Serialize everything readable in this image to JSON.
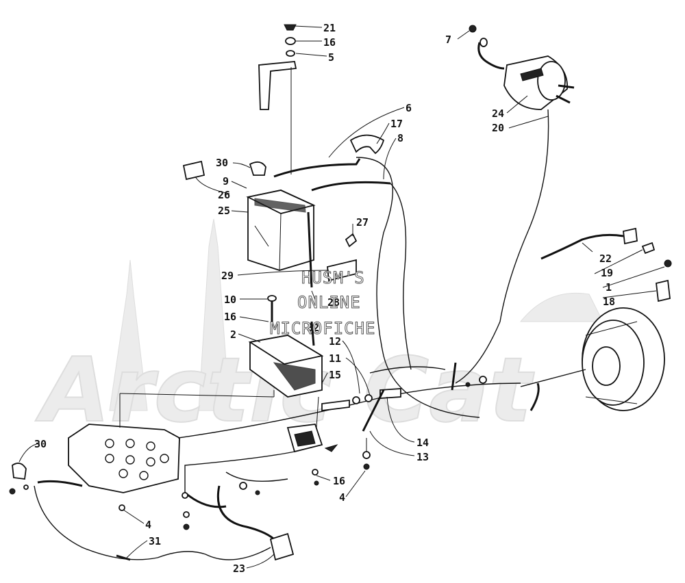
{
  "watermark": {
    "lines": [
      "HUSM'S",
      "ONLINE",
      "MICROFICHE"
    ],
    "logo": "Arctic Cat"
  },
  "callouts": {
    "c21": "21",
    "c16a": "16",
    "c5": "5",
    "c7": "7",
    "c6": "6",
    "c17": "17",
    "c8": "8",
    "c24": "24",
    "c20": "20",
    "c30a": "30",
    "c9": "9",
    "c26": "26",
    "c25": "25",
    "c27": "27",
    "c29": "29",
    "c22": "22",
    "c19": "19",
    "c1": "1",
    "c18": "18",
    "c10": "10",
    "c28": "28",
    "c16b": "16",
    "c32": "32",
    "c2": "2",
    "c12": "12",
    "c11": "11",
    "c15": "15",
    "c30b": "30",
    "c14": "14",
    "c13": "13",
    "c16c": "16",
    "c4a": "4",
    "c4b": "4",
    "c31": "31",
    "c23": "23"
  }
}
